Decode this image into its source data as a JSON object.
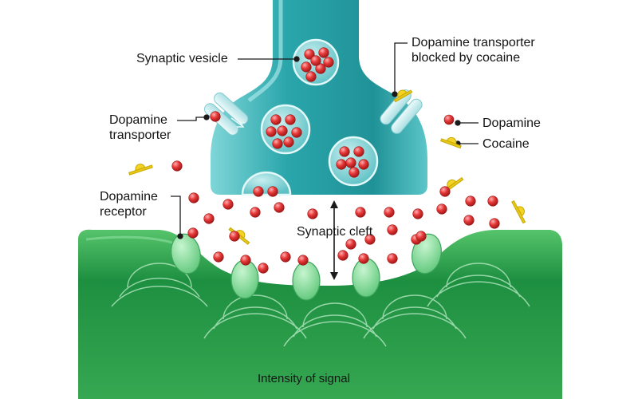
{
  "labels": {
    "synaptic_vesicle": "Synaptic vesicle",
    "transporter_blocked_line1": "Dopamine transporter",
    "transporter_blocked_line2": "blocked by cocaine",
    "dopamine_transporter_line1": "Dopamine",
    "dopamine_transporter_line2": "transporter",
    "dopamine": "Dopamine",
    "cocaine": "Cocaine",
    "dopamine_receptor_line1": "Dopamine",
    "dopamine_receptor_line2": "receptor",
    "synaptic_cleft": "Synaptic cleft",
    "intensity_of_signal": "Intensity of signal"
  },
  "colors": {
    "presynaptic": "#2aa6ab",
    "presynaptic_light": "#7fd6d8",
    "postsynaptic": "#1d8f40",
    "postsynaptic_light": "#56c46b",
    "receptor": "#7fdc95",
    "dopamine": "#e53838",
    "cocaine": "#e8c81a",
    "transporter": "#bfe9ec"
  },
  "icons": {
    "dopamine_molecule": "red-sphere",
    "cocaine_molecule": "yellow-capped-stick",
    "transporter": "paired-pale-blue-capsules",
    "receptor": "green-oval",
    "cleft_marker": "double-headed-arrow"
  }
}
